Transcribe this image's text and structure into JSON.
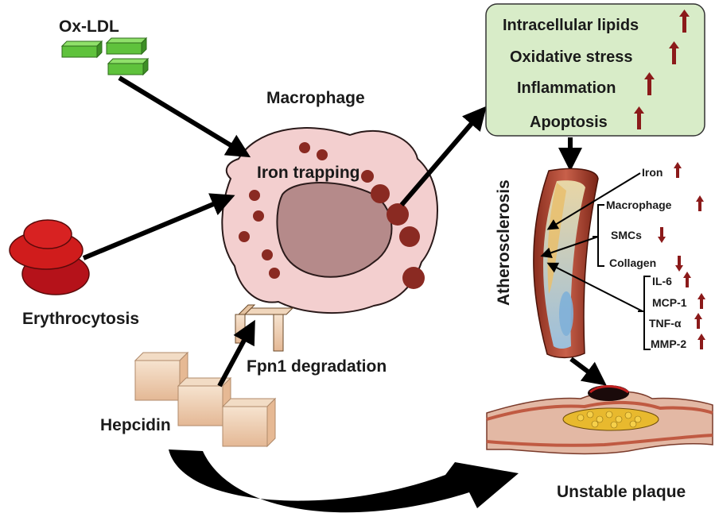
{
  "labels": {
    "ox_ldl": "Ox-LDL",
    "macrophage": "Macrophage",
    "iron_trapping": "Iron trapping",
    "erythrocytosis": "Erythrocytosis",
    "fpn1_degradation": "Fpn1 degradation",
    "hepcidin": "Hepcidin",
    "atherosclerosis": "Atherosclerosis",
    "unstable_plaque": "Unstable plaque"
  },
  "effects_box": {
    "items": [
      {
        "label": "Intracellular lipids",
        "trend": "up"
      },
      {
        "label": "Oxidative stress",
        "trend": "up"
      },
      {
        "label": "Inflammation",
        "trend": "up"
      },
      {
        "label": "Apoptosis",
        "trend": "up"
      }
    ]
  },
  "vessel_markers": {
    "iron": {
      "label": "Iron",
      "trend": "up"
    },
    "group_a": [
      {
        "label": "Macrophage",
        "trend": "up"
      },
      {
        "label": "SMCs",
        "trend": "down"
      },
      {
        "label": "Collagen",
        "trend": "down"
      }
    ],
    "group_b": [
      {
        "label": "IL-6",
        "trend": "up"
      },
      {
        "label": "MCP-1",
        "trend": "up"
      },
      {
        "label": "TNF-α",
        "trend": "up"
      },
      {
        "label": "MMP-2",
        "trend": "up"
      }
    ]
  },
  "colors": {
    "box_fill": "#d8ecc8",
    "arrow_red": "#8b1a1a",
    "cell_fill": "#f3cfcf",
    "nucleus": "#b58a8a",
    "granule": "#8a2a22",
    "ldl_green": "#5fc23c",
    "rbc_red": "#d01c1c"
  }
}
